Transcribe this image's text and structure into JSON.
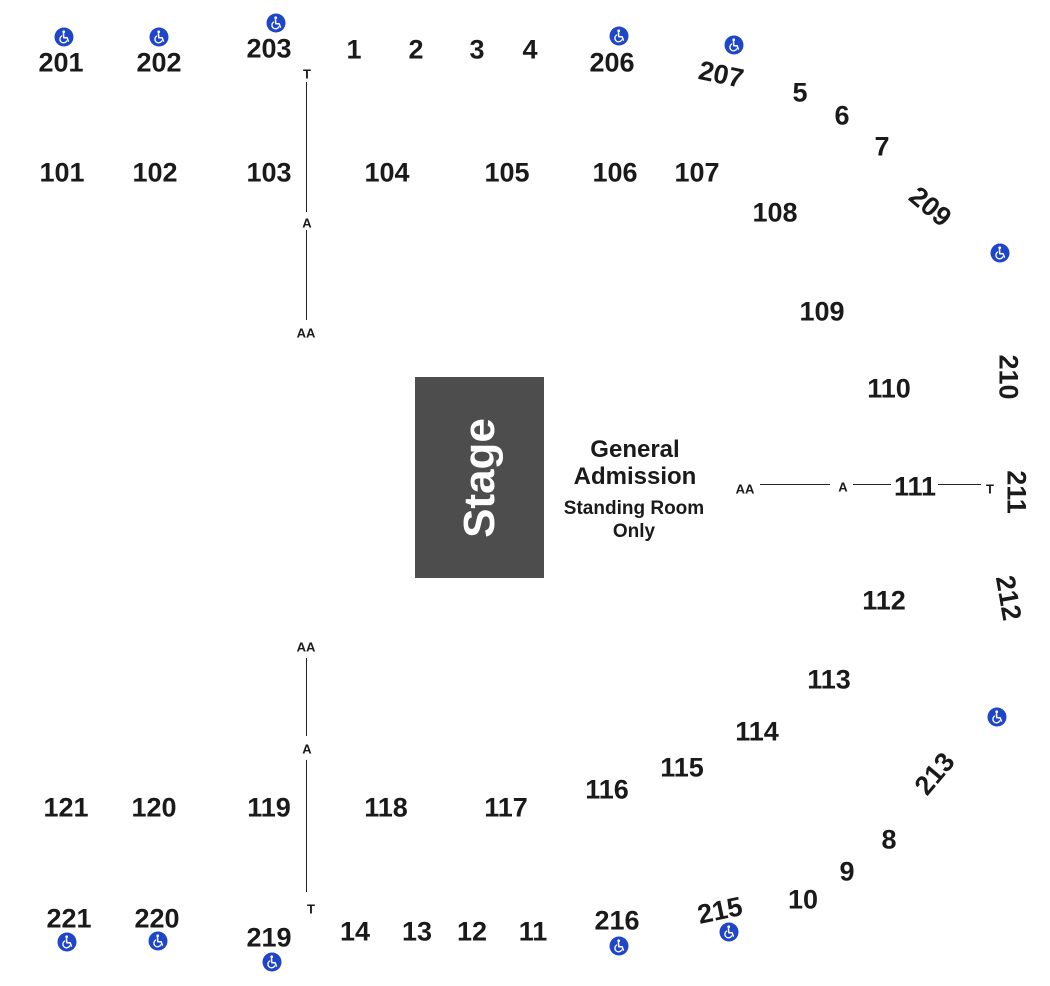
{
  "stage": {
    "label": "Stage"
  },
  "general_admission": {
    "title_line1": "General",
    "title_line2": "Admission",
    "sub_line1": "Standing Room",
    "sub_line2": "Only"
  },
  "sections": {
    "s201": "201",
    "s202": "202",
    "s203": "203",
    "s1": "1",
    "s2": "2",
    "s3": "3",
    "s4": "4",
    "s206": "206",
    "s207": "207",
    "s5": "5",
    "s6": "6",
    "s7": "7",
    "s209": "209",
    "s101": "101",
    "s102": "102",
    "s103": "103",
    "s104": "104",
    "s105": "105",
    "s106": "106",
    "s107": "107",
    "s108": "108",
    "s109": "109",
    "s110": "110",
    "s210": "210",
    "s111": "111",
    "s211": "211",
    "s112": "112",
    "s212": "212",
    "s113": "113",
    "s114": "114",
    "s115": "115",
    "s116": "116",
    "s213": "213",
    "s117": "117",
    "s118": "118",
    "s119": "119",
    "s120": "120",
    "s121": "121",
    "s8": "8",
    "s9": "9",
    "s10": "10",
    "s215": "215",
    "s216": "216",
    "s11": "11",
    "s12": "12",
    "s13": "13",
    "s14": "14",
    "s219": "219",
    "s220": "220",
    "s221": "221"
  },
  "rows": {
    "top_t": "T",
    "top_a": "A",
    "top_aa": "AA",
    "mid_aa": "AA",
    "mid_a": "A",
    "mid_t": "T",
    "bot_aa": "AA",
    "bot_a": "A",
    "bot_t": "T"
  },
  "icons": {
    "accessible": "wheelchair-accessible-icon"
  },
  "colors": {
    "stage": "#4d4d4d",
    "accessible": "#1f45c8",
    "text": "#1a1a1a"
  }
}
